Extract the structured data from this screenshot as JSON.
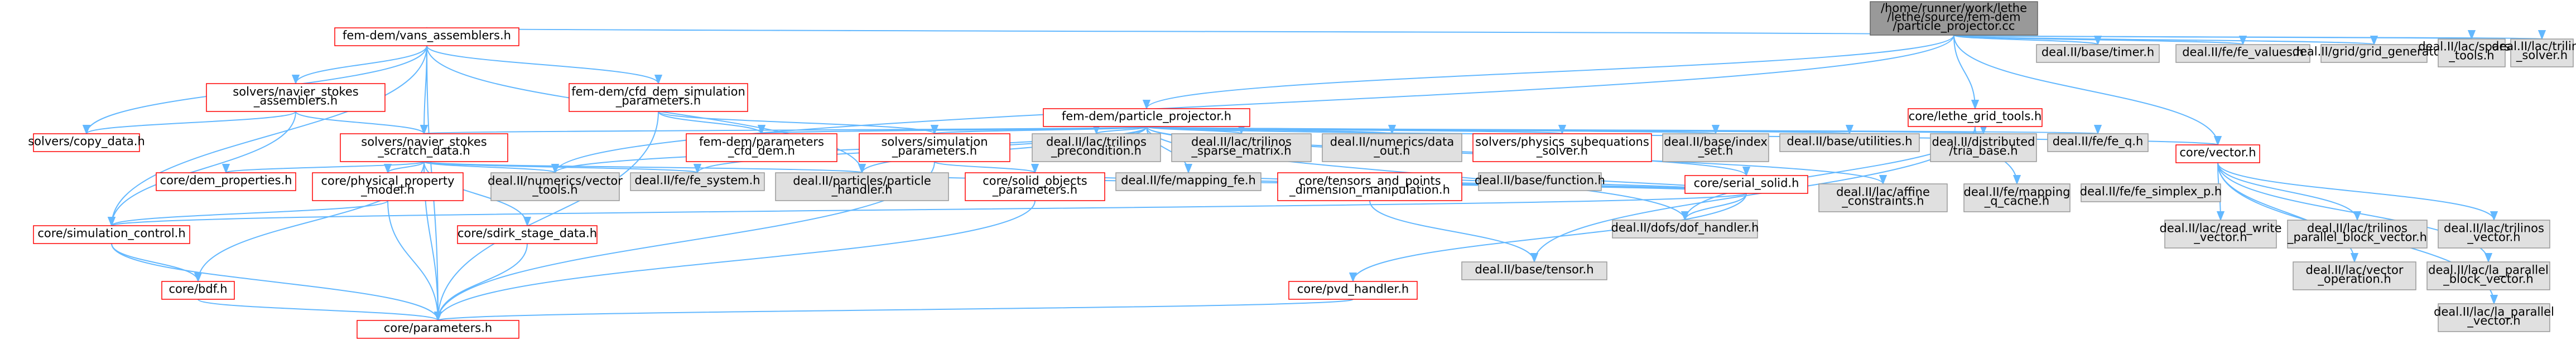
{
  "colors": {
    "edge": "#63b8ff",
    "root_fill": "#999999",
    "root_stroke": "#666666",
    "file_fill": "#ffffff",
    "file_stroke": "#ff0000",
    "missing_fill": "#e0e0e0",
    "missing_stroke": "#999999",
    "text": "#000000"
  },
  "nodes": [
    {
      "id": "root",
      "kind": "root",
      "lines": [
        "/home/runner/work/lethe",
        "/lethe/source/fem-dem",
        "/particle_projector.cc"
      ]
    },
    {
      "id": "vans",
      "kind": "file",
      "lines": [
        "fem-dem/vans_assemblers.h"
      ]
    },
    {
      "id": "nsa",
      "kind": "file",
      "lines": [
        "solvers/navier_stokes",
        "_assemblers.h"
      ]
    },
    {
      "id": "cfddemsim",
      "kind": "file",
      "lines": [
        "fem-dem/cfd_dem_simulation",
        "_parameters.h"
      ]
    },
    {
      "id": "ppproj",
      "kind": "file",
      "lines": [
        "fem-dem/particle_projector.h"
      ]
    },
    {
      "id": "copydata",
      "kind": "file",
      "lines": [
        "solvers/copy_data.h"
      ]
    },
    {
      "id": "nssd",
      "kind": "file",
      "lines": [
        "solvers/navier_stokes",
        "_scratch_data.h"
      ]
    },
    {
      "id": "femparams",
      "kind": "file",
      "lines": [
        "fem-dem/parameters",
        "_cfd_dem.h"
      ]
    },
    {
      "id": "simparams",
      "kind": "file",
      "lines": [
        "solvers/simulation",
        "_parameters.h"
      ]
    },
    {
      "id": "trilprec",
      "kind": "missing",
      "lines": [
        "deal.II/lac/trilinos",
        "_precondition.h"
      ]
    },
    {
      "id": "trilsparse",
      "kind": "missing",
      "lines": [
        "deal.II/lac/trilinos",
        "_sparse_matrix.h"
      ]
    },
    {
      "id": "numdata",
      "kind": "missing",
      "lines": [
        "deal.II/numerics/data",
        "_out.h"
      ]
    },
    {
      "id": "physsub",
      "kind": "file",
      "lines": [
        "solvers/physics_subequations",
        "_solver.h"
      ]
    },
    {
      "id": "indexset",
      "kind": "missing",
      "lines": [
        "deal.II/base/index",
        "_set.h"
      ]
    },
    {
      "id": "utilities",
      "kind": "missing",
      "lines": [
        "deal.II/base/utilities.h"
      ]
    },
    {
      "id": "tria",
      "kind": "missing",
      "lines": [
        "deal.II/distributed",
        "/tria_base.h"
      ]
    },
    {
      "id": "feq",
      "kind": "missing",
      "lines": [
        "deal.II/fe/fe_q.h"
      ]
    },
    {
      "id": "fesimplex",
      "kind": "missing",
      "lines": [
        "deal.II/fe/fe_simplex_p.h"
      ]
    },
    {
      "id": "affine",
      "kind": "missing",
      "lines": [
        "deal.II/lac/affine",
        "_constraints.h"
      ]
    },
    {
      "id": "gridtools",
      "kind": "file",
      "lines": [
        "core/lethe_grid_tools.h"
      ]
    },
    {
      "id": "mappingq",
      "kind": "missing",
      "lines": [
        "deal.II/fe/mapping",
        "_q_cache.h"
      ]
    },
    {
      "id": "timer",
      "kind": "missing",
      "lines": [
        "deal.II/base/timer.h"
      ]
    },
    {
      "id": "fevalues",
      "kind": "missing",
      "lines": [
        "deal.II/fe/fe_values.h"
      ]
    },
    {
      "id": "gridgen",
      "kind": "missing",
      "lines": [
        "deal.II/grid/grid_generator.h"
      ]
    },
    {
      "id": "sparsity",
      "kind": "missing",
      "lines": [
        "deal.II/lac/sparsity",
        "_tools.h"
      ]
    },
    {
      "id": "trilsolver",
      "kind": "missing",
      "lines": [
        "deal.II/lac/trilinos",
        "_solver.h"
      ]
    },
    {
      "id": "corevector",
      "kind": "file",
      "lines": [
        "core/vector.h"
      ]
    },
    {
      "id": "serial",
      "kind": "file",
      "lines": [
        "core/serial_solid.h"
      ]
    },
    {
      "id": "demprop",
      "kind": "file",
      "lines": [
        "core/dem_properties.h"
      ]
    },
    {
      "id": "physprop",
      "kind": "file",
      "lines": [
        "core/physical_property",
        "_model.h"
      ]
    },
    {
      "id": "numvec",
      "kind": "missing",
      "lines": [
        "deal.II/numerics/vector",
        "_tools.h"
      ]
    },
    {
      "id": "fesystem",
      "kind": "missing",
      "lines": [
        "deal.II/fe/fe_system.h"
      ]
    },
    {
      "id": "particlehandler",
      "kind": "missing",
      "lines": [
        "deal.II/particles/particle",
        "_handler.h"
      ]
    },
    {
      "id": "solidobj",
      "kind": "file",
      "lines": [
        "core/solid_objects",
        "_parameters.h"
      ]
    },
    {
      "id": "femapping",
      "kind": "missing",
      "lines": [
        "deal.II/fe/mapping_fe.h"
      ]
    },
    {
      "id": "tensors",
      "kind": "file",
      "lines": [
        "core/tensors_and_points",
        "_dimension_manipulation.h"
      ]
    },
    {
      "id": "function",
      "kind": "missing",
      "lines": [
        "deal.II/base/function.h"
      ]
    },
    {
      "id": "dofhandler",
      "kind": "missing",
      "lines": [
        "deal.II/dofs/dof_handler.h"
      ]
    },
    {
      "id": "readwrite",
      "kind": "missing",
      "lines": [
        "deal.II/lac/read_write",
        "_vector.h"
      ]
    },
    {
      "id": "trilparblock",
      "kind": "missing",
      "lines": [
        "deal.II/lac/trilinos",
        "_parallel_block_vector.h"
      ]
    },
    {
      "id": "trilvector",
      "kind": "missing",
      "lines": [
        "deal.II/lac/trilinos",
        "_vector.h"
      ]
    },
    {
      "id": "vecop",
      "kind": "missing",
      "lines": [
        "deal.II/lac/vector",
        "_operation.h"
      ]
    },
    {
      "id": "laparblock",
      "kind": "missing",
      "lines": [
        "deal.II/lac/la_parallel",
        "_block_vector.h"
      ]
    },
    {
      "id": "lapar",
      "kind": "missing",
      "lines": [
        "deal.II/lac/la_parallel",
        "_vector.h"
      ]
    },
    {
      "id": "simcontrol",
      "kind": "file",
      "lines": [
        "core/simulation_control.h"
      ]
    },
    {
      "id": "sdirk",
      "kind": "file",
      "lines": [
        "core/sdirk_stage_data.h"
      ]
    },
    {
      "id": "tensor",
      "kind": "missing",
      "lines": [
        "deal.II/base/tensor.h"
      ]
    },
    {
      "id": "bdf",
      "kind": "file",
      "lines": [
        "core/bdf.h"
      ]
    },
    {
      "id": "pvd",
      "kind": "file",
      "lines": [
        "core/pvd_handler.h"
      ]
    },
    {
      "id": "parameters",
      "kind": "file",
      "lines": [
        "core/parameters.h"
      ]
    }
  ]
}
